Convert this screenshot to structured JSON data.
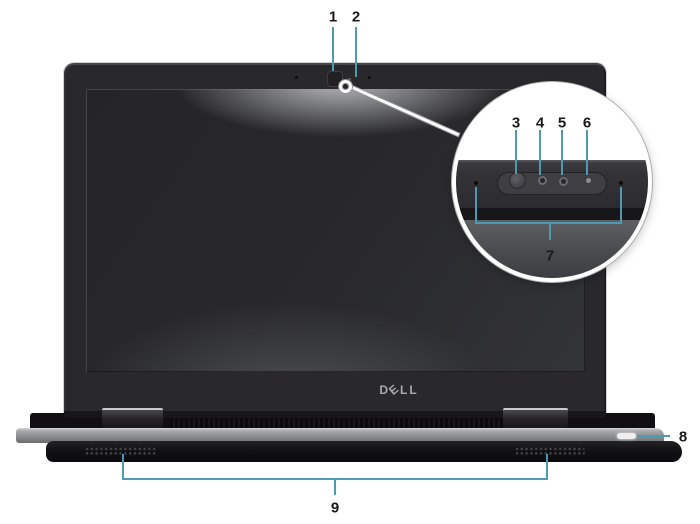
{
  "diagram": {
    "description": "Laptop front view with numbered feature callouts",
    "background": "#ffffff"
  },
  "colors": {
    "callout_line": "#4d9ab4",
    "number_text": "#1a1a1a",
    "lid": "#29292c",
    "base_strip": "#8d8e90"
  },
  "brand": {
    "logo_d": "D",
    "logo_e": "E",
    "logo_ll": "LL"
  },
  "callouts": {
    "items": [
      {
        "label": "1",
        "target": "camera"
      },
      {
        "label": "2",
        "target": "camera-status-light"
      },
      {
        "label": "3",
        "target": "camera-magnified"
      },
      {
        "label": "4",
        "target": "infrared-emitter"
      },
      {
        "label": "5",
        "target": "ambient-light-sensor"
      },
      {
        "label": "6",
        "target": "camera-status-light-magnified"
      },
      {
        "label": "7",
        "target": "microphones"
      },
      {
        "label": "8",
        "target": "battery-status-light"
      },
      {
        "label": "9",
        "target": "speakers"
      }
    ]
  }
}
